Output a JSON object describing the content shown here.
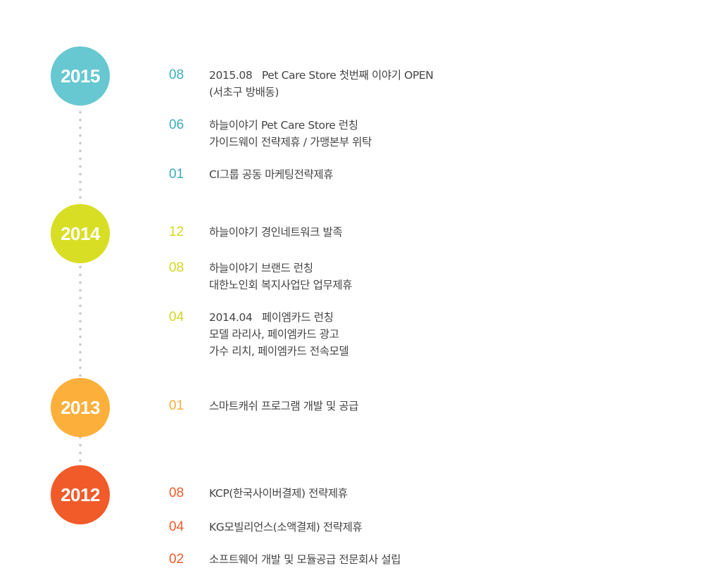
{
  "years": [
    {
      "year": "2015",
      "color": "#67c8d1",
      "month_color": "#3aaeb8",
      "entries": [
        {
          "month": "08",
          "lines": [
            "2015.08   Pet Care Store 첫번째 이야기 OPEN",
            "(서초구 방배동)"
          ]
        },
        {
          "month": "06",
          "lines": [
            "하늘이야기 Pet Care Store 런칭",
            "가이드웨이 전략제휴 / 가맹본부 위탁"
          ]
        },
        {
          "month": "01",
          "lines": [
            "CI그룹 공동 마케팅전략제휴"
          ]
        }
      ]
    },
    {
      "year": "2014",
      "color": "#d8de23",
      "month_color": "#d2d820",
      "entries": [
        {
          "month": "12",
          "lines": [
            "하늘이야기 경인네트워크 발족"
          ]
        },
        {
          "month": "08",
          "lines": [
            "하늘이야기 브랜드 런칭",
            "대한노인회 복지사업단 업무제휴"
          ]
        },
        {
          "month": "04",
          "lines": [
            "2014.04   페이엠카드 런칭",
            "모델 라리사, 페이엠카드 광고",
            "가수 리치, 페이엠카드 전속모델"
          ]
        }
      ]
    },
    {
      "year": "2013",
      "color": "#fcb03b",
      "month_color": "#f9ad38",
      "entries": [
        {
          "month": "01",
          "lines": [
            "스마트캐쉬 프로그램 개발 및 공급"
          ]
        }
      ]
    },
    {
      "year": "2012",
      "color": "#f15a29",
      "month_color": "#f15a29",
      "entries": [
        {
          "month": "08",
          "lines": [
            "KCP(한국사이버결제) 전략제휴"
          ]
        },
        {
          "month": "04",
          "lines": [
            "KG모빌리언스(소액결제) 전략제휴"
          ]
        },
        {
          "month": "02",
          "lines": [
            "소프트웨어 개발 및 모듈공급 전문회사 설립"
          ]
        }
      ]
    }
  ]
}
